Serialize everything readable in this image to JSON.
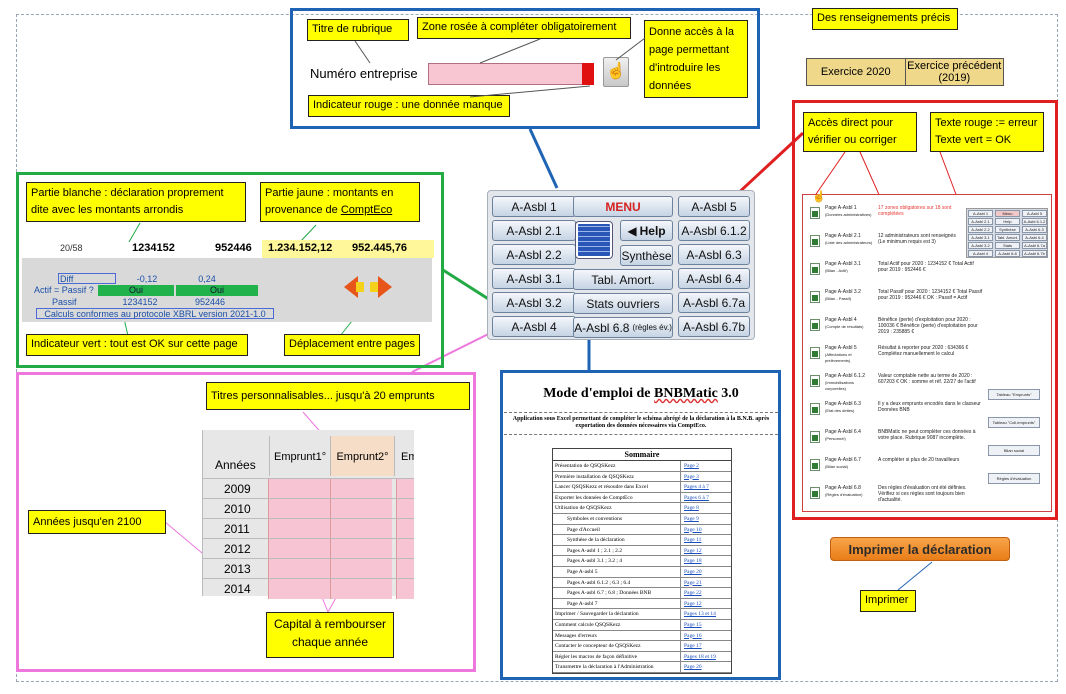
{
  "top_frame": {
    "notes": {
      "titre_rubrique": "Titre de rubrique",
      "zone_rosee": "Zone rosée à compléter obligatoirement",
      "donne_acces": "Donne accès à la page permettant d'introduire les données",
      "indicateur_rouge": "Indicateur rouge : une donnée manque"
    },
    "field_label": "Numéro entreprise"
  },
  "renseignements": {
    "note": "Des renseignements précis",
    "col1": "Exercice 2020",
    "col2": "Exercice précédent (2019)"
  },
  "green_frame": {
    "notes": {
      "partie_blanche": "Partie blanche : déclaration proprement dite avec les montants arrondis",
      "partie_jaune_prefix": "Partie jaune : montants en provenance de ",
      "partie_jaune_link": "ComptEco",
      "indicateur_vert": "Indicateur vert : tout est OK sur cette page",
      "deplacement": "Déplacement entre pages"
    },
    "row": {
      "page": "20/58",
      "v1": "1234152",
      "v2": "952446",
      "v3": "1.234.152,12",
      "v4": "952.445,76"
    },
    "check": {
      "diff_label": "Diff",
      "diff1": "-0,12",
      "diff2": "0,24",
      "actif_label": "Actif = Passif ?",
      "oui1": "Oui",
      "oui2": "Oui",
      "passif_label": "Passif",
      "passif1": "1234152",
      "passif2": "952446",
      "footer": "Calculs conformes au protocole XBRL version 2021-1.0"
    }
  },
  "menu": {
    "col1": [
      "A-Asbl 1",
      "A-Asbl 2.1",
      "A-Asbl 2.2",
      "A-Asbl 3.1",
      "A-Asbl 3.2",
      "A-Asbl 4"
    ],
    "col3": [
      "A-Asbl 5",
      "A-Asbl 6.1.2",
      "A-Asbl 6.3",
      "A-Asbl 6.4",
      "A-Asbl 6.7a",
      "A-Asbl 6.7b"
    ],
    "menu_label": "MENU",
    "help": "Help",
    "synthese": "Synthèse",
    "tabl_amort": "Tabl. Amort.",
    "stats": "Stats ouvriers",
    "asbl68": "A-Asbl 6.8",
    "asbl68_small": "(règles év.)"
  },
  "red_frame": {
    "notes": {
      "acces_direct": "Accès direct pour vérifier ou corriger",
      "texte_rouge": "Texte rouge := erreur Texte vert = OK"
    },
    "rows": [
      {
        "title": "Page A-Asbl 1",
        "sub": "(Données administratives)",
        "text": "17 zones obligatoires sur 18 sont complétées",
        "color": "#e53935"
      },
      {
        "title": "Page A-Asbl 2.1",
        "sub": "(Liste des administrateurs)",
        "text": "12 administrateurs sont renseignés (Le minimum requis est 3)",
        "color": "#222"
      },
      {
        "title": "Page A-Asbl 3.1",
        "sub": "(Bilan - Actif)",
        "text": "Total Actif pour 2020 : 1234152 € Total Actif pour 2019 : 952446 €",
        "color": "#222"
      },
      {
        "title": "Page A-Asbl 3.2",
        "sub": "(Bilan - Passif)",
        "text": "Total Passif pour 2020 : 1234152 € Total Passif pour 2019 : 952446 € OK : Passif = Actif",
        "color": "#222"
      },
      {
        "title": "Page A-Asbl 4",
        "sub": "(Compte de résultats)",
        "text": "Bénéfice (perte) d'exploitation pour 2020 : 100036 € Bénéfice (perte) d'exploitation pour 2019 : 235885 €",
        "color": "#222"
      },
      {
        "title": "Page A-Asbl 5",
        "sub": "(Affectations et prélèvements)",
        "text": "Résultat à reporter pour 2020 : 634366 € Complétez manuellement le calcul",
        "color": "#222"
      },
      {
        "title": "Page A-Asbl 6.1.2",
        "sub": "(Immobilisations corporelles)",
        "text": "Valeur comptable nette au terme de 2020 : 607203 € OK : somme et réf. 22/27 de l'actif",
        "color": "#222"
      },
      {
        "title": "Page A-Asbl 6.3",
        "sub": "(Etat des dettes)",
        "text": "Il y a deux emprunts encodés dans le classeur Données BNB",
        "color": "#222"
      },
      {
        "title": "Page A-Asbl 6.4",
        "sub": "(Personnel)",
        "text": "BNBMatic ne peut compléter ces données à votre place. Rubrique 9087 incomplète.",
        "color": "#222"
      },
      {
        "title": "Page A-Asbl 6.7",
        "sub": "(Bilan social)",
        "text": "A compléter si plus de 20 travailleurs",
        "color": "#222"
      },
      {
        "title": "Page A-Asbl 6.8",
        "sub": "(Règles d'évaluation)",
        "text": "Des règles d'évaluation ont été définies. Vérifiez si ces règles sont toujours bien d'actualité.",
        "color": "#222"
      }
    ],
    "side_buttons": [
      "Tableau \"Emprunts\"",
      "Tableau \"Coll.emprunts\"",
      "Bilan social",
      "Règles d'évaluation"
    ]
  },
  "print": {
    "button": "Imprimer la déclaration",
    "note": "Imprimer"
  },
  "pink_frame": {
    "notes": {
      "titres": "Titres personnalisables... jusqu'à 20 emprunts",
      "annees": "Années jusqu'en 2100",
      "capital": "Capital à rembourser chaque année"
    },
    "col_annees": "Années",
    "emprunt1": "Emprunt1°",
    "emprunt2": "Emprunt2°",
    "emprunt3": "Em",
    "years": [
      "2009",
      "2010",
      "2011",
      "2012",
      "2013",
      "2014"
    ]
  },
  "doc": {
    "title_prefix": "Mode d'emploi de ",
    "title_name": "BNBMatic",
    "title_suffix": " 3.0",
    "intro": "Application sous Excel permettant de compléter le schéma abrégé de la déclaration à la B.N.B. après exportation des données nécessaires via ComptEco.",
    "sommaire": "Sommaire",
    "toc": [
      {
        "t": "Présentation de QSQSKezz",
        "p": "Page 2",
        "i": 0
      },
      {
        "t": "Première installation de QSQSKezz",
        "p": "Page 3",
        "i": 0
      },
      {
        "t": "Lancer QSQSKezz et résoudre dans Excel",
        "p": "Pages 4 à 7",
        "i": 0
      },
      {
        "t": "Exporter les données de ComptEco",
        "p": "Pages 6 à 7",
        "i": 0
      },
      {
        "t": "Utilisation de QSQSKezz",
        "p": "Page 8",
        "i": 0
      },
      {
        "t": "Symboles et conventions",
        "p": "Page 9",
        "i": 1
      },
      {
        "t": "Page d'Accueil",
        "p": "Page 10",
        "i": 1
      },
      {
        "t": "Synthèse de la déclaration",
        "p": "Page 11",
        "i": 1
      },
      {
        "t": "Pages A-asbl 1 ; 2.1 ; 2.2",
        "p": "Page 12",
        "i": 1
      },
      {
        "t": "Pages A-asbl 3.1 ; 3.2 ; 4",
        "p": "Page 18",
        "i": 1
      },
      {
        "t": "Page A-asbl 5",
        "p": "Page 20",
        "i": 1
      },
      {
        "t": "Pages A-asbl 6.1.2 ; 6.3 ; 6.4",
        "p": "Page 21",
        "i": 1
      },
      {
        "t": "Pages A-asbl 6.7 ; 6.8 ; Données BNB",
        "p": "Page 22",
        "i": 1
      },
      {
        "t": "Page A-asbl 7",
        "p": "Page 12",
        "i": 1
      },
      {
        "t": "Imprimer / Sauvegarder la déclaration",
        "p": "Pages 13 et 14",
        "i": 0
      },
      {
        "t": "Comment calcule QSQSKezz",
        "p": "Page 15",
        "i": 0
      },
      {
        "t": "Messages d'erreurs",
        "p": "Page 16",
        "i": 0
      },
      {
        "t": "Contacter le concepteur de QSQSKezz",
        "p": "Page 17",
        "i": 0
      },
      {
        "t": "Régler les macros de façon définitive",
        "p": "Pages 18 et 19",
        "i": 0
      },
      {
        "t": "Transmettre la déclaration à l'Administration",
        "p": "Page 20",
        "i": 0
      }
    ]
  },
  "colors": {
    "blue": "#1f64b4",
    "green": "#22aa44",
    "red": "#e02020",
    "pink": "#ee77dd",
    "yellow": "#ffff00",
    "orange": "#f28c28"
  }
}
